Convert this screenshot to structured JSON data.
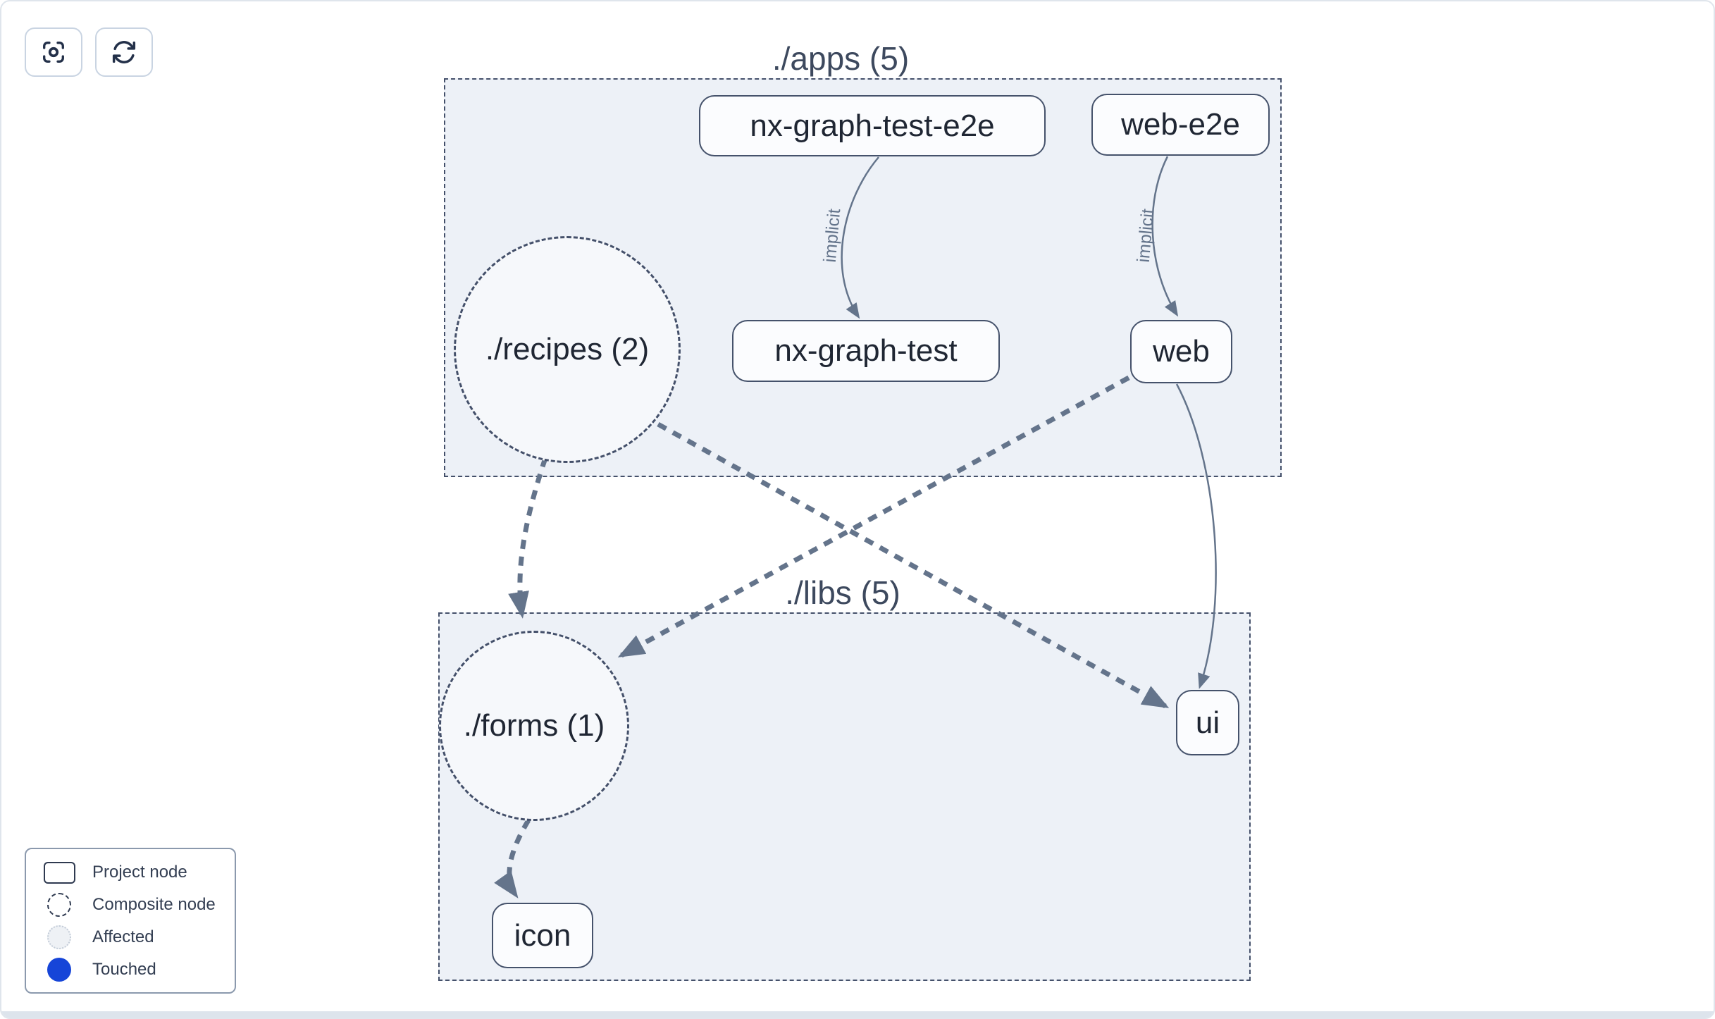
{
  "toolbar": {
    "buttons": [
      {
        "name": "focus",
        "icon": "focus-icon"
      },
      {
        "name": "refresh",
        "icon": "refresh-icon"
      }
    ]
  },
  "graph": {
    "groups": [
      {
        "id": "apps",
        "label": "./apps (5)"
      },
      {
        "id": "libs",
        "label": "./libs (5)"
      }
    ],
    "nodes": [
      {
        "id": "nx-graph-test-e2e",
        "label": "nx-graph-test-e2e",
        "type": "project"
      },
      {
        "id": "web-e2e",
        "label": "web-e2e",
        "type": "project"
      },
      {
        "id": "recipes",
        "label": "./recipes (2)",
        "type": "composite"
      },
      {
        "id": "nx-graph-test",
        "label": "nx-graph-test",
        "type": "project"
      },
      {
        "id": "web",
        "label": "web",
        "type": "project"
      },
      {
        "id": "forms",
        "label": "./forms (1)",
        "type": "composite"
      },
      {
        "id": "ui",
        "label": "ui",
        "type": "project"
      },
      {
        "id": "icon",
        "label": "icon",
        "type": "project"
      }
    ],
    "edges": [
      {
        "from": "nx-graph-test-e2e",
        "to": "nx-graph-test",
        "label": "implicit",
        "style": "solid"
      },
      {
        "from": "web-e2e",
        "to": "web",
        "label": "implicit",
        "style": "solid"
      },
      {
        "from": "recipes",
        "to": "forms",
        "style": "dashed"
      },
      {
        "from": "recipes",
        "to": "ui",
        "style": "dashed"
      },
      {
        "from": "web",
        "to": "forms",
        "style": "dashed"
      },
      {
        "from": "web",
        "to": "ui",
        "style": "solid"
      },
      {
        "from": "forms",
        "to": "icon",
        "style": "dashed"
      }
    ]
  },
  "legend": {
    "items": [
      {
        "label": "Project node",
        "swatch": "project-node"
      },
      {
        "label": "Composite node",
        "swatch": "composite-node"
      },
      {
        "label": "Affected",
        "swatch": "affected"
      },
      {
        "label": "Touched",
        "swatch": "touched"
      }
    ]
  },
  "colors": {
    "edge_slate": "#64748b",
    "node_border": "#45526b",
    "node_fill": "#fbfcfe",
    "composite_fill": "#f6f8fb",
    "group_fill": "#edf1f7",
    "group_border": "#44506a",
    "node_text": "#1f2633",
    "group_title_text": "#3d495e",
    "legend_text": "#333e52",
    "touched_blue": "#1645d8",
    "affected_fill": "#eef1f5",
    "canvas_border": "#dfe5ec"
  }
}
